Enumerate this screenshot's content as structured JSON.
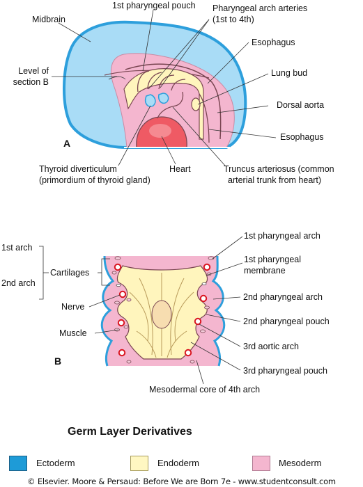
{
  "colors": {
    "ectoderm": "#3aa7e0",
    "ectoderm_fill": "#a9dcf6",
    "endoderm": "#fff7c2",
    "mesoderm": "#f4b6cf",
    "heart": "#ef5a64",
    "nerve_ring": "#d9141f",
    "outline": "#6b3a42"
  },
  "panel_a": {
    "letter": "A",
    "labels": {
      "midbrain": "Midbrain",
      "first_pouch": "1st pharyngeal pouch",
      "arch_arteries_1": "Pharyngeal arch arteries",
      "arch_arteries_2": "(1st to 4th)",
      "esophagus_top": "Esophagus",
      "level_1": "Level of",
      "level_2": "section B",
      "lung_bud": "Lung bud",
      "dorsal_aorta": "Dorsal aorta",
      "esophagus_bottom": "Esophagus",
      "thyroid_1": "Thyroid diverticulum",
      "thyroid_2": "(primordium of thyroid gland)",
      "heart": "Heart",
      "truncus_1": "Truncus arteriosus (common",
      "truncus_2": "arterial trunk from heart)"
    }
  },
  "panel_b": {
    "letter": "B",
    "labels": {
      "first_arch_left": "1st arch",
      "second_arch_left": "2nd arch",
      "cartilages": "Cartilages",
      "nerve": "Nerve",
      "muscle": "Muscle",
      "first_pharyngeal_arch": "1st pharyngeal arch",
      "first_membrane_1": "1st pharyngeal",
      "first_membrane_2": "membrane",
      "second_pharyngeal_arch": "2nd pharyngeal arch",
      "second_pharyngeal_pouch": "2nd pharyngeal pouch",
      "third_aortic_arch": "3rd aortic arch",
      "third_pharyngeal_pouch": "3rd pharyngeal pouch",
      "mesodermal_core": "Mesodermal core of 4th arch"
    }
  },
  "legend": {
    "title": "Germ Layer Derivatives",
    "items": [
      {
        "label": "Ectoderm",
        "color": "#1e9bd7"
      },
      {
        "label": "Endoderm",
        "color": "#fff7c2"
      },
      {
        "label": "Mesoderm",
        "color": "#f4b6cf"
      }
    ]
  },
  "footer": "© Elsevier. Moore & Persaud: Before We are Born 7e - www.studentconsult.com"
}
